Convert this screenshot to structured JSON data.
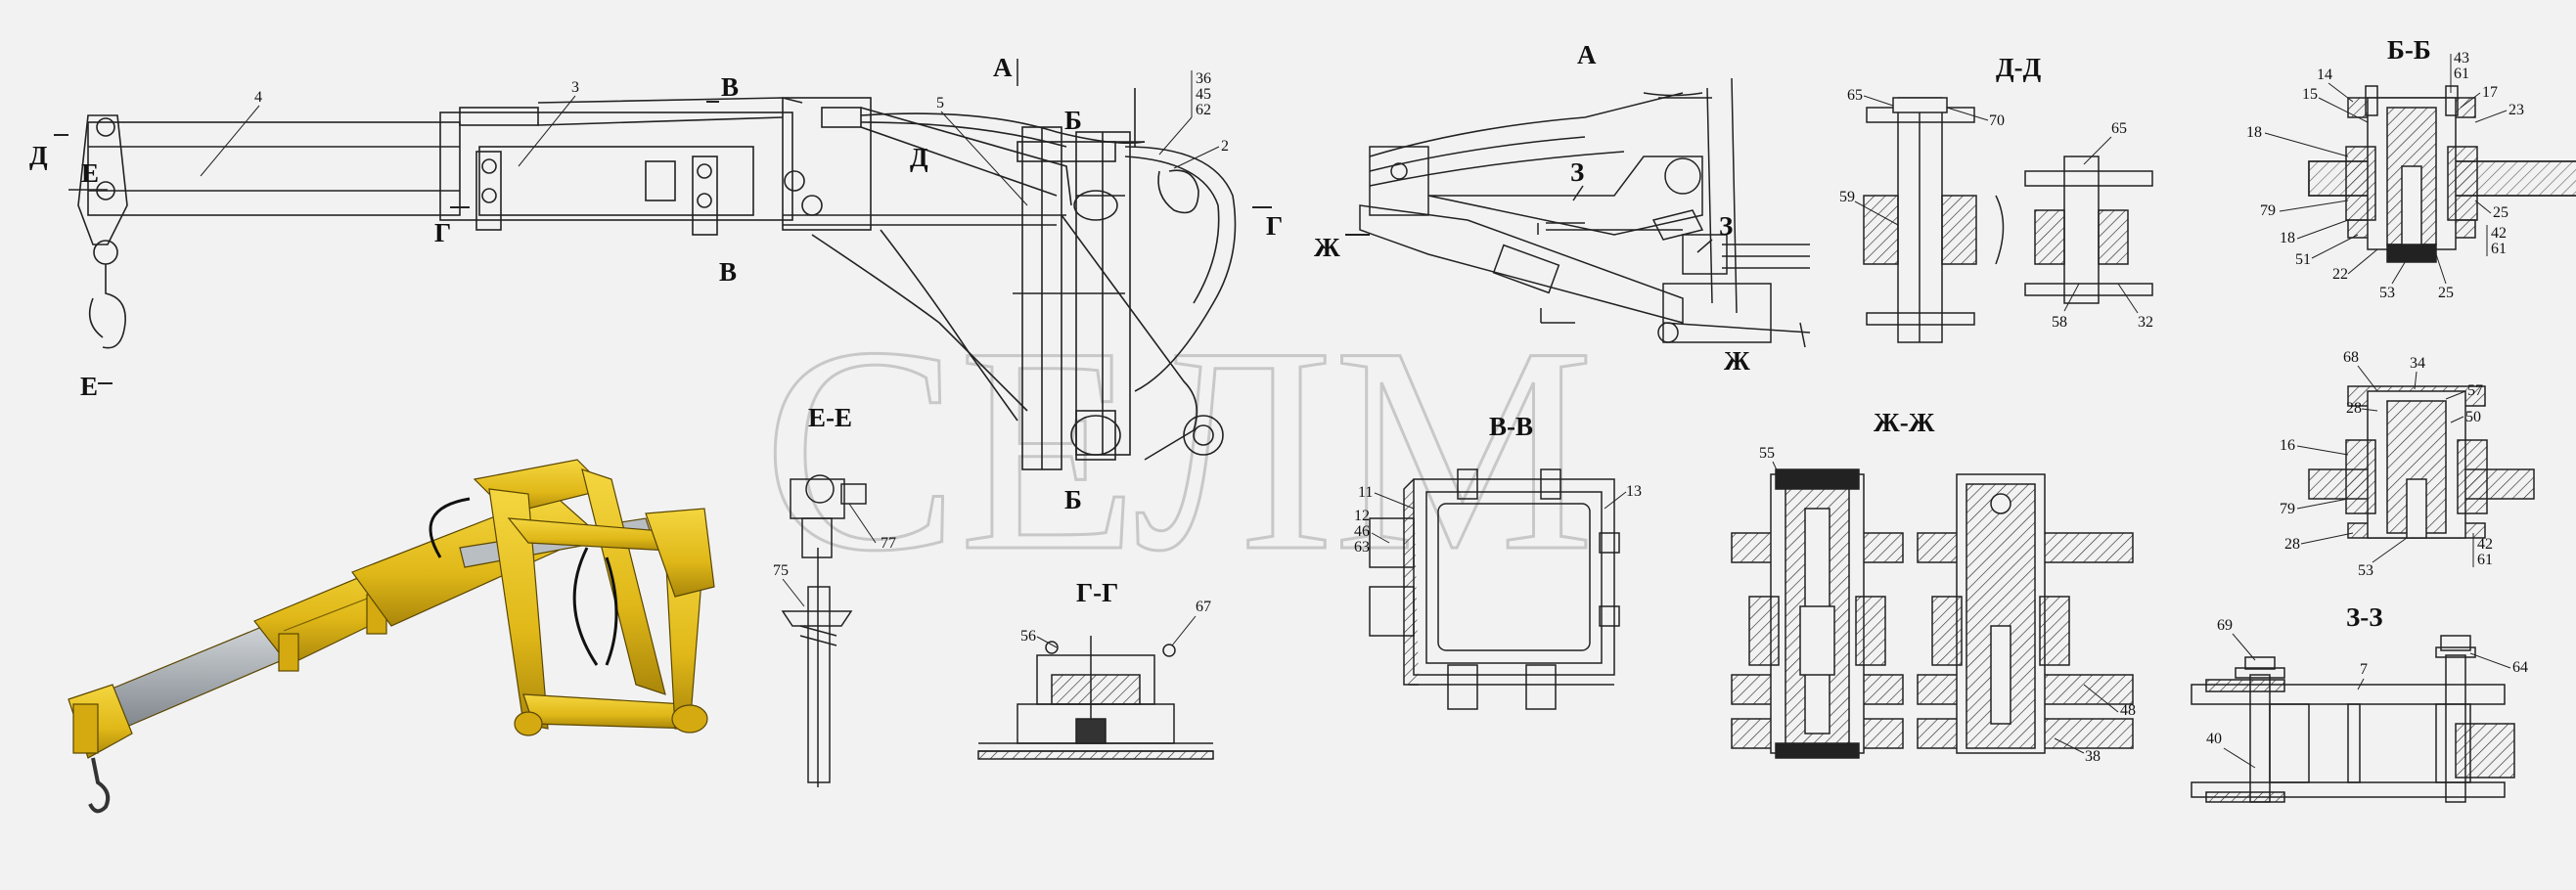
{
  "watermark": "СЕЛМ",
  "sections": {
    "a_top": "А",
    "a_view": "А",
    "b_top": "Б",
    "b_bottom": "Б",
    "v_top": "В",
    "v_bottom": "В",
    "g_right": "Г",
    "g_left": "Г",
    "d_left": "Д",
    "d_mid": "Д",
    "e_left": "Е",
    "e_bottom": "Е",
    "zh_left": "Ж",
    "zh_bottom": "Ж",
    "z_left": "З",
    "z_right": "З"
  },
  "views": {
    "ee": "Е-Е",
    "gg": "Г-Г",
    "vv": "В-В",
    "zhzh": "Ж-Ж",
    "dd": "Д-Д",
    "bb": "Б-Б",
    "zz": "З-З"
  },
  "callouts": {
    "c4": "4",
    "c3": "3",
    "c5": "5",
    "c2": "2",
    "c36": "36",
    "c45": "45",
    "c62": "62",
    "c77": "77",
    "c75": "75",
    "c56": "56",
    "c67": "67",
    "c11": "11",
    "c12": "12",
    "c46": "46",
    "c63": "63",
    "c13": "13",
    "c55": "55",
    "c48": "48",
    "c38": "38",
    "c65a": "65",
    "c70": "70",
    "c59": "59",
    "c65b": "65",
    "c58": "58",
    "c32": "32",
    "c14": "14",
    "c43": "43",
    "c61a": "61",
    "c15": "15",
    "c17": "17",
    "c23": "23",
    "c18a": "18",
    "c79a": "79",
    "c18b": "18",
    "c25a": "25",
    "c42a": "42",
    "c61b": "61",
    "c51": "51",
    "c22": "22",
    "c53a": "53",
    "c25b": "25",
    "c68": "68",
    "c34": "34",
    "c57": "57",
    "c28a": "28",
    "c50": "50",
    "c16": "16",
    "c79b": "79",
    "c28b": "28",
    "c53b": "53",
    "c42b": "42",
    "c61c": "61",
    "c69": "69",
    "c7": "7",
    "c64": "64",
    "c40": "40"
  },
  "colors": {
    "line": "#222222",
    "yellow": "#e8c020",
    "yellow_dark": "#b8920a",
    "steel": "#9aa0a6"
  }
}
